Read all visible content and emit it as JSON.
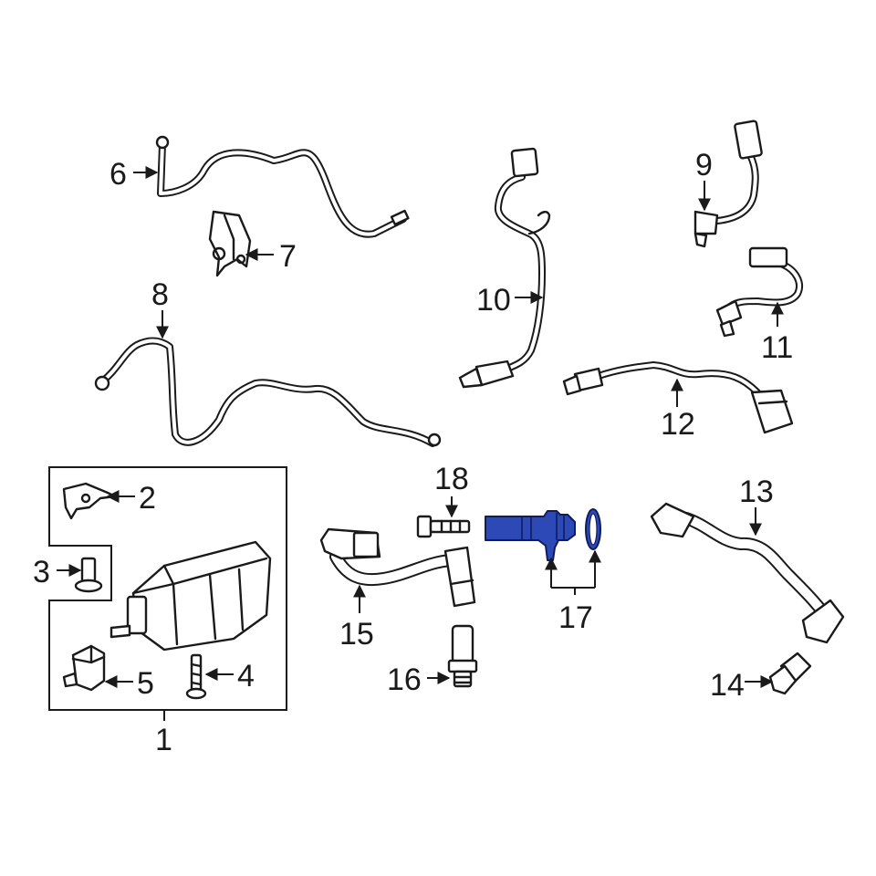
{
  "callouts": {
    "c1": "1",
    "c2": "2",
    "c3": "3",
    "c4": "4",
    "c5": "5",
    "c6": "6",
    "c7": "7",
    "c8": "8",
    "c9": "9",
    "c10": "10",
    "c11": "11",
    "c12": "12",
    "c13": "13",
    "c14": "14",
    "c15": "15",
    "c16": "16",
    "c17": "17",
    "c18": "18"
  },
  "colors": {
    "line": "#1a1a1a",
    "highlight": "#2d49b5",
    "background": "#ffffff"
  },
  "highlighted_part": "17"
}
